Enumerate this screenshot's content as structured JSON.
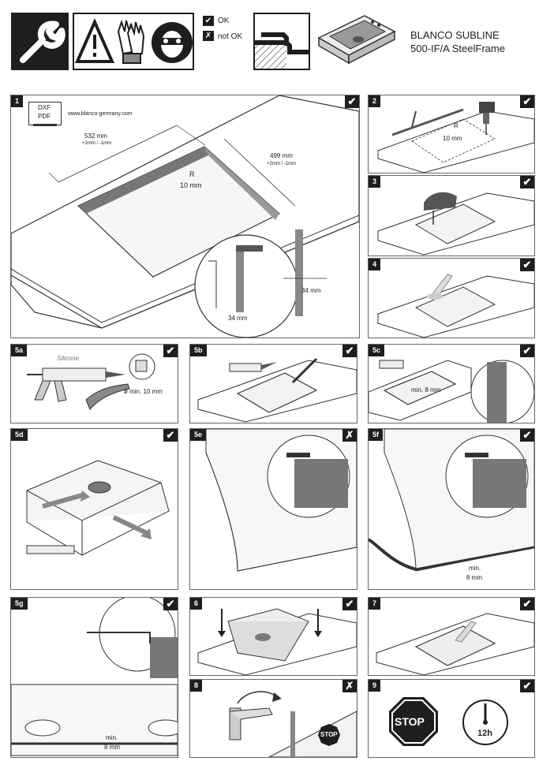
{
  "header": {
    "ok_label": "OK",
    "notok_label": "not OK",
    "ok_mark": "✔",
    "notok_mark": "✗",
    "product_line1": "BLANCO SUBLINE",
    "product_line2": "500-IF/A SteelFrame"
  },
  "steps": {
    "s1": {
      "num": "1",
      "status": "✔",
      "file1": "DXF",
      "file2": "PDF",
      "url": "www.blanco-germany.com",
      "width": "532 mm",
      "width_tol": "+2mm / -1mm",
      "depth": "499 mm",
      "depth_tol": "+2mm / -1mm",
      "radius_r": "R",
      "radius": "10 mm",
      "edge1": "34 mm",
      "edge2": "34 mm"
    },
    "s2": {
      "num": "2",
      "status": "✔",
      "radius_r": "R",
      "radius": "10 mm"
    },
    "s3": {
      "num": "3",
      "status": "✔"
    },
    "s4": {
      "num": "4",
      "status": "✔"
    },
    "s5a": {
      "num": "5a",
      "status": "✔",
      "silicone": "Silicone",
      "bead": "ø min. 10 mm"
    },
    "s5b": {
      "num": "5b",
      "status": "✔"
    },
    "s5c": {
      "num": "5c",
      "status": "✔",
      "gap": "min. 8 mm"
    },
    "s5d": {
      "num": "5d",
      "status": "✔"
    },
    "s5e": {
      "num": "5e",
      "status": "✗"
    },
    "s5f": {
      "num": "5f",
      "status": "✔",
      "gap1": "min.",
      "gap2": "8 mm"
    },
    "s5g": {
      "num": "5g",
      "status": "✔",
      "gap1": "min.",
      "gap2": "8 mm"
    },
    "s6": {
      "num": "6",
      "status": "✔"
    },
    "s7": {
      "num": "7",
      "status": "✔"
    },
    "s8": {
      "num": "8",
      "status": "✗",
      "stop": "STOP"
    },
    "s9": {
      "num": "9",
      "status": "✔",
      "stop": "STOP",
      "time": "12h"
    }
  }
}
